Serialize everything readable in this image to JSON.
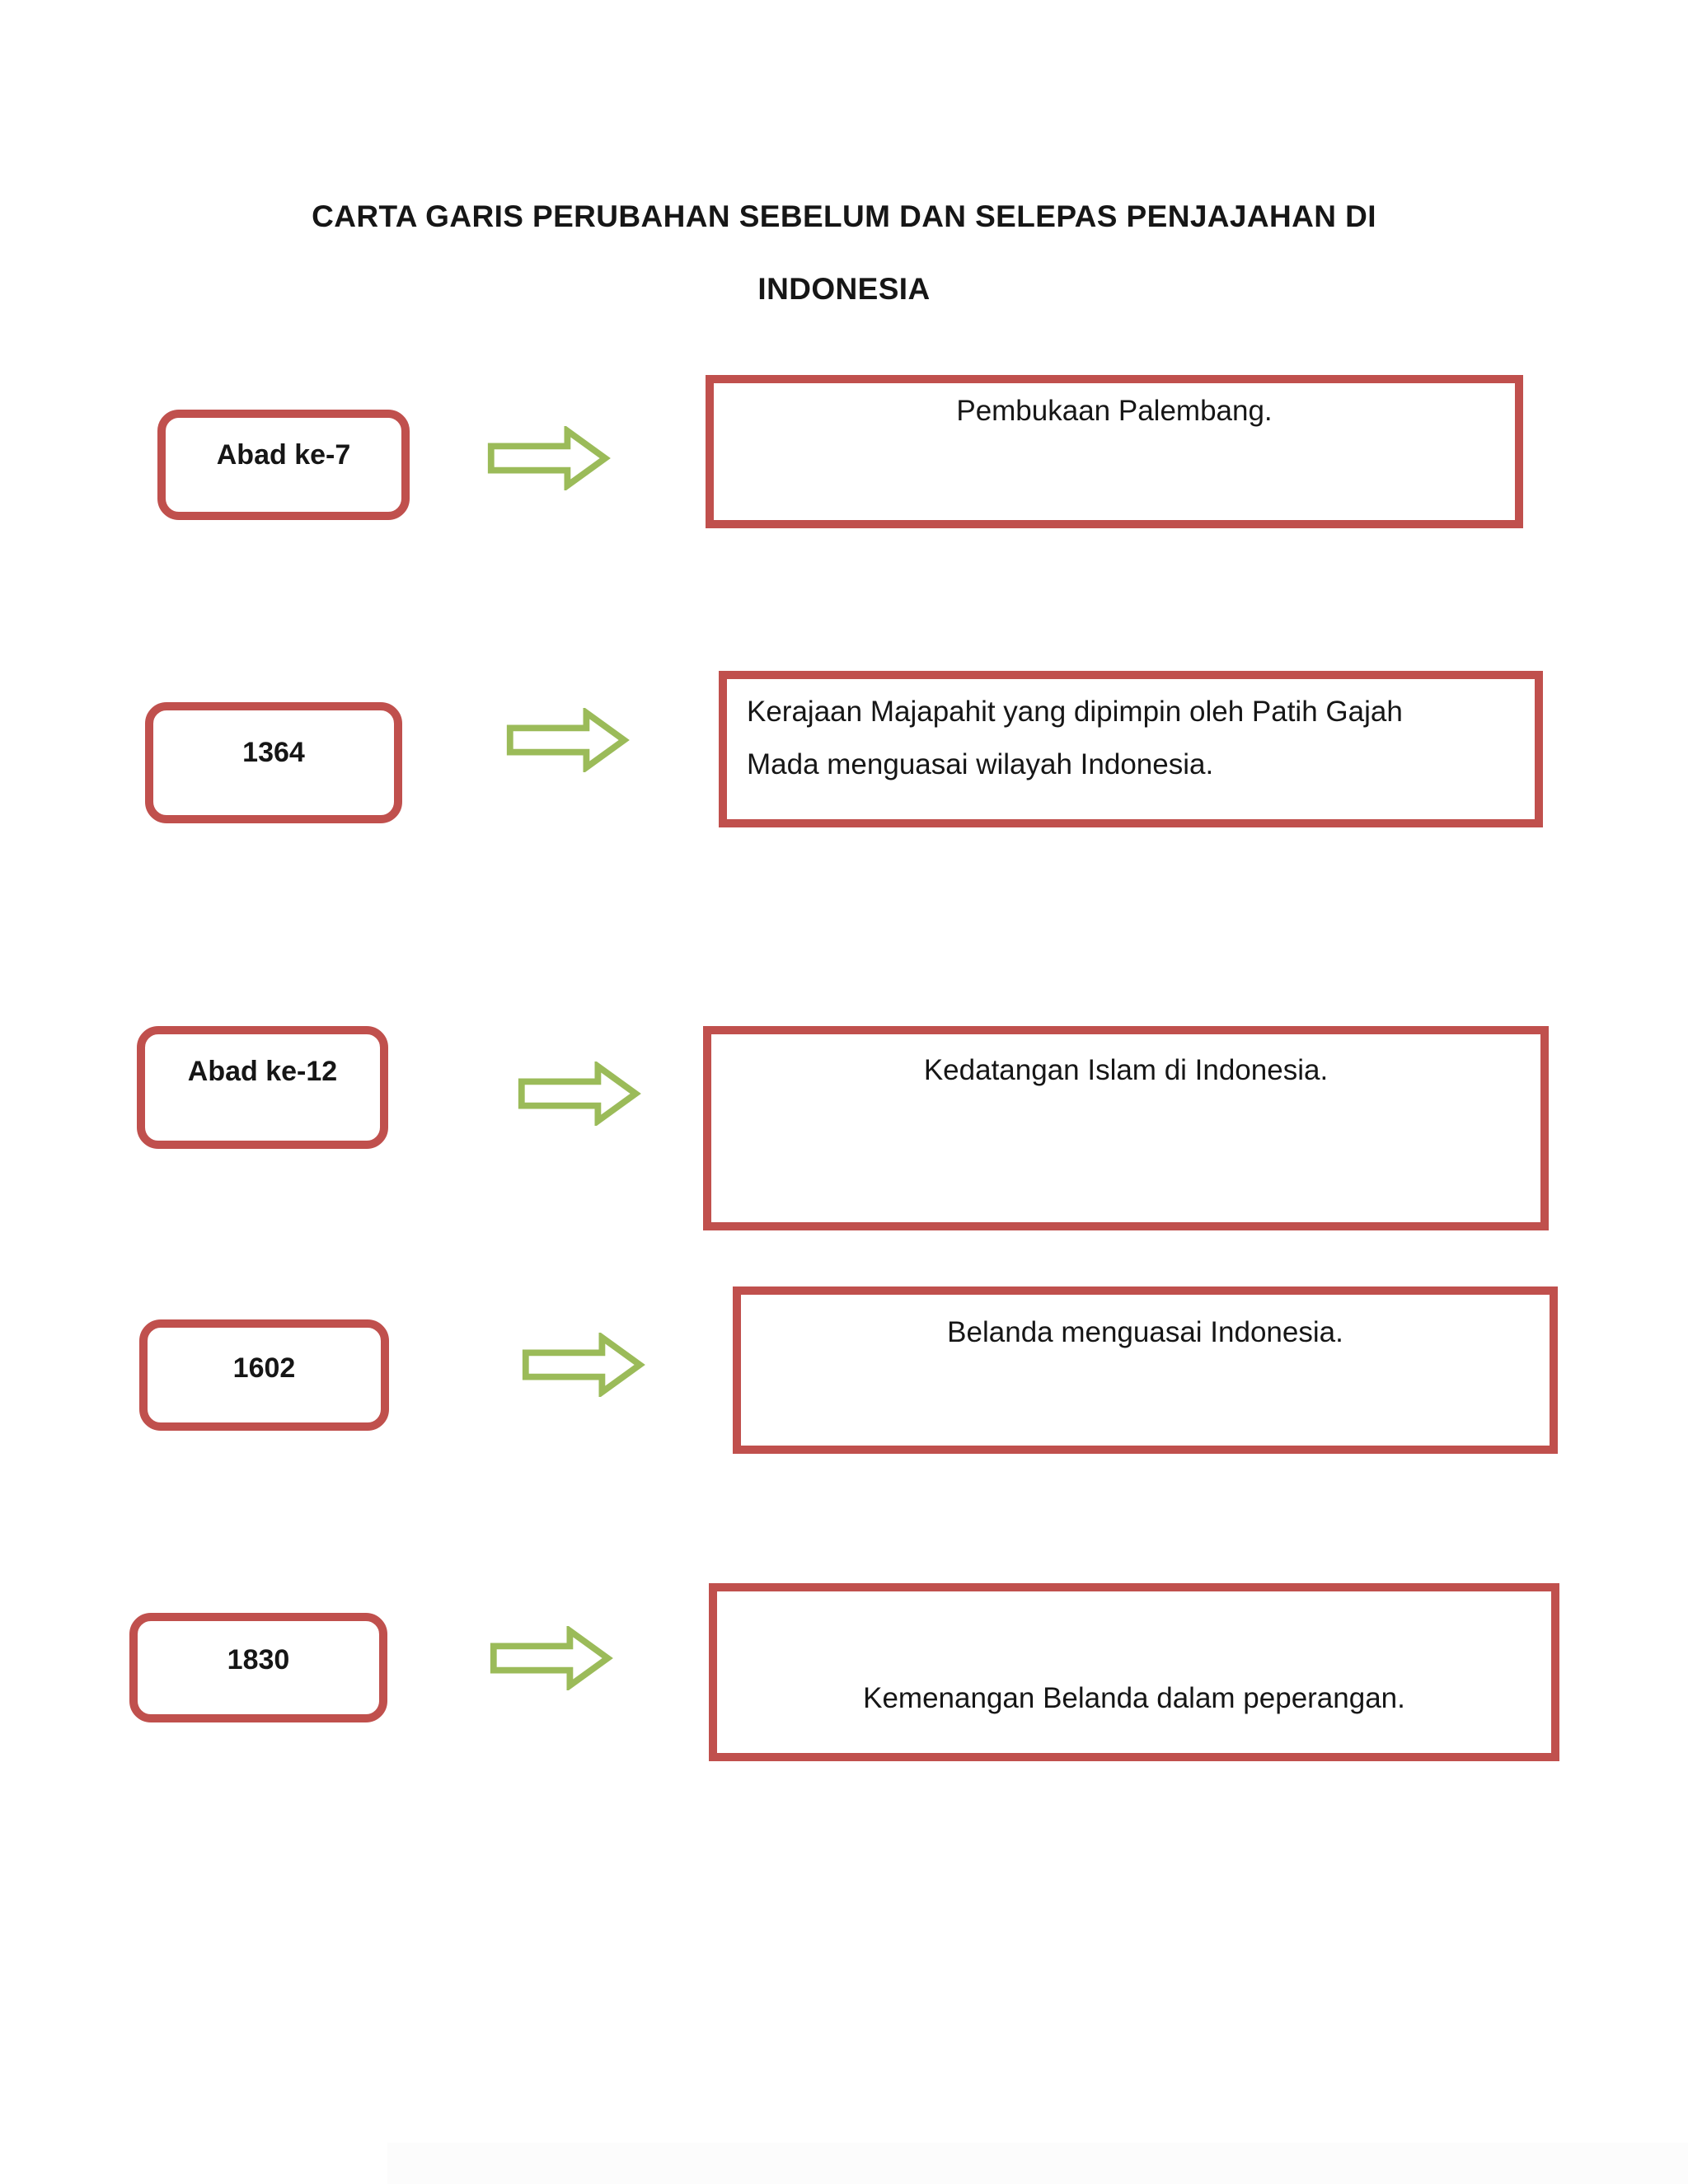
{
  "title": {
    "line1": "CARTA GARIS PERUBAHAN SEBELUM DAN SELEPAS PENJAJAHAN DI",
    "line2": "INDONESIA"
  },
  "colors": {
    "box_border_red": "#C0504D",
    "arrow_green": "#9BBB59",
    "text": "#161616",
    "page_background": "#FFFFFF"
  },
  "icons": {
    "arrow": "right-block-arrow-icon"
  },
  "timeline": {
    "rows": [
      {
        "period": "Abad ke-7",
        "event_lines": [
          "Pembukaan Palembang."
        ]
      },
      {
        "period": "1364",
        "event_lines": [
          "Kerajaan Majapahit yang dipimpin oleh Patih Gajah",
          "Mada menguasai wilayah Indonesia."
        ]
      },
      {
        "period": "Abad ke-12",
        "event_lines": [
          "Kedatangan Islam di Indonesia."
        ]
      },
      {
        "period": "1602",
        "event_lines": [
          "Belanda menguasai Indonesia."
        ]
      },
      {
        "period": "1830",
        "event_lines": [
          "Kemenangan Belanda dalam peperangan."
        ]
      }
    ]
  }
}
